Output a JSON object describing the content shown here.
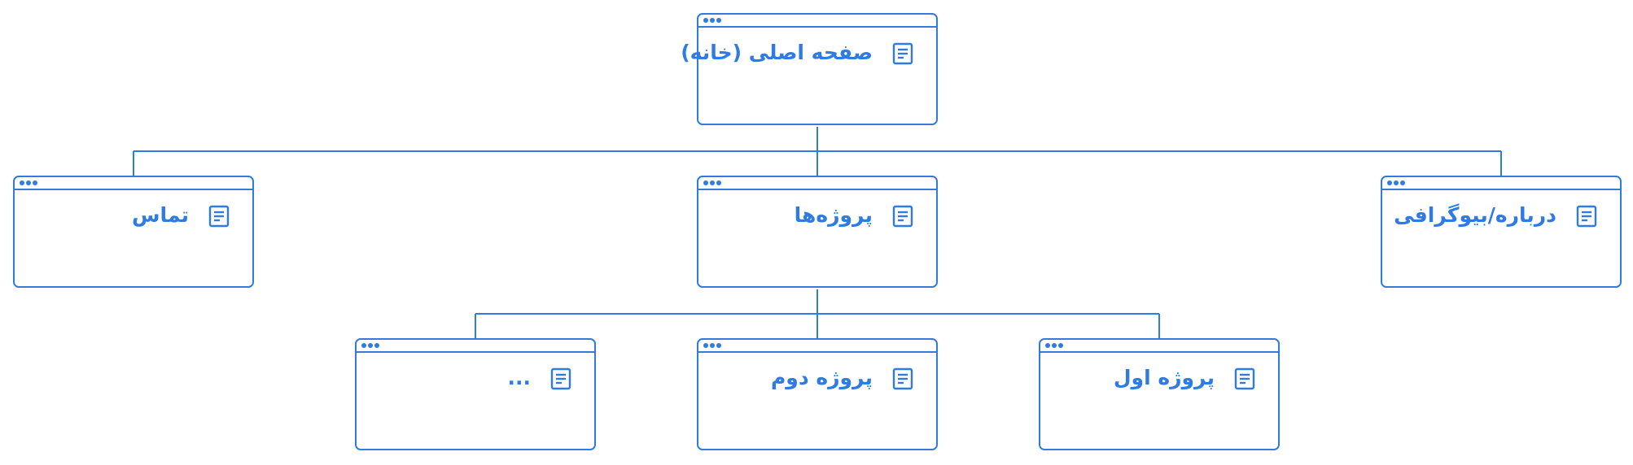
{
  "colors": {
    "stroke": "#2f7be0",
    "text": "#2f7be0",
    "background": "#ffffff"
  },
  "icons": {
    "page": "document-icon",
    "window_controls": "three-dots-icon"
  },
  "nodes": {
    "home": {
      "label": "صفحه اصلی (خانه)"
    },
    "about": {
      "label": "درباره/بیوگرافی"
    },
    "projects": {
      "label": "پروژه‌ها"
    },
    "contact": {
      "label": "تماس"
    },
    "project_one": {
      "label": "پروژه اول"
    },
    "project_two": {
      "label": "پروژه دوم"
    },
    "more": {
      "label": "..."
    }
  }
}
